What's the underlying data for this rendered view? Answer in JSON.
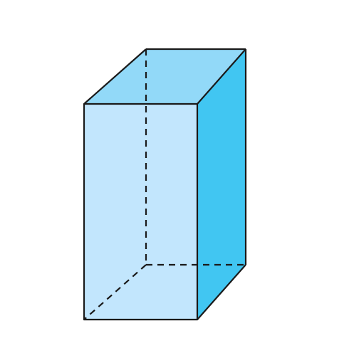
{
  "diagram": {
    "shape": "rectangular-prism",
    "edges": {
      "hidden_style": "dashed",
      "visible_style": "solid",
      "color": "#1a1a1a"
    },
    "faces": {
      "front": "#c2e6fd",
      "top": "#92d9f8",
      "right": "#41c6f2"
    },
    "background": "#ffffff"
  }
}
